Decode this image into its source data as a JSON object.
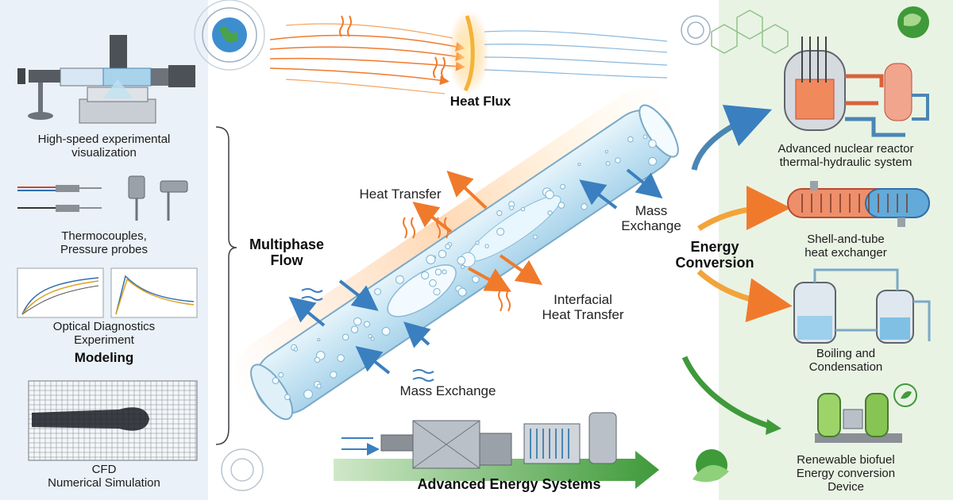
{
  "left_panel": {
    "visualization": [
      "High-speed experimental",
      "visualization"
    ],
    "probes": [
      "Thermocouples,",
      "Pressure probes"
    ],
    "optical": [
      "Optical Diagnostics",
      "Experiment"
    ],
    "modeling": "Modeling",
    "cfd": [
      "CFD",
      "Numerical Simulation"
    ]
  },
  "center": {
    "heat_flux": "Heat Flux",
    "multiphase_flow": [
      "Multiphase",
      "Flow"
    ],
    "heat_transfer": "Heat Transfer",
    "mass_exchange_right": [
      "Mass",
      "Exchange"
    ],
    "interfacial": [
      "Interfacial",
      "Heat Transfer"
    ],
    "mass_exchange_bottom": "Mass Exchange",
    "energy_conversion": [
      "Energy",
      "Conversion"
    ],
    "advanced_energy_systems": "Advanced Energy Systems"
  },
  "right_panel": {
    "nuclear": [
      "Advanced nuclear reactor",
      "thermal-hydraulic system"
    ],
    "exchanger": [
      "Shell-and-tube",
      "heat exchanger"
    ],
    "boiling": [
      "Boiling and",
      "Condensation"
    ],
    "biofuel": [
      "Renewable biofuel",
      "Energy conversion",
      "Device"
    ]
  },
  "colors": {
    "left_bg": "#eaf1f8",
    "right_bg": "#e9f3e4",
    "heat_orange": "#f07a2c",
    "flow_blue": "#3a7fbf",
    "green": "#3f9a3a"
  },
  "icons": [
    "globe-icon",
    "leaf-globe-icon",
    "recycle-icon",
    "hexagon-network-icon",
    "sprout-icon"
  ]
}
